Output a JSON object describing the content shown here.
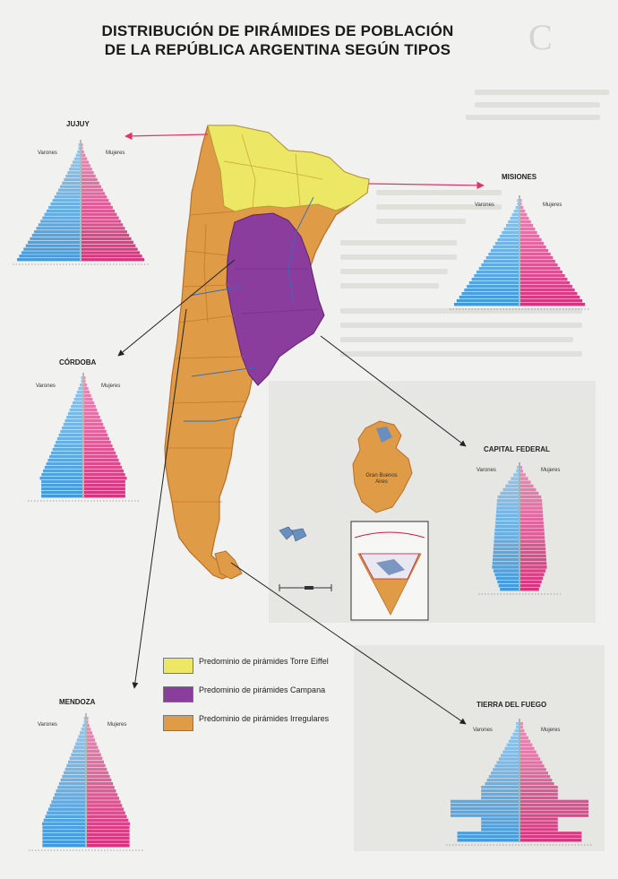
{
  "title": {
    "line1": "DISTRIBUCIÓN DE PIRÁMIDES DE POBLACIÓN",
    "line2": "DE LA REPÚBLICA ARGENTINA SEGÚN TIPOS"
  },
  "pyramids": {
    "jujuy": {
      "name": "JUJUY",
      "male": "Varones",
      "female": "Mujeres"
    },
    "misiones": {
      "name": "MISIONES",
      "male": "Varones",
      "female": "Mujeres"
    },
    "cordoba": {
      "name": "CÓRDOBA",
      "male": "Varones",
      "female": "Mujeres"
    },
    "capital": {
      "name": "CAPITAL FEDERAL",
      "male": "Varones",
      "female": "Mujeres"
    },
    "mendoza": {
      "name": "MENDOZA",
      "male": "Varones",
      "female": "Mujeres"
    },
    "tierra": {
      "name": "TIERRA DEL FUEGO",
      "male": "Varones",
      "female": "Mujeres"
    }
  },
  "legend": {
    "items": [
      {
        "label": "Predominio de pirámides Torre Eiffel",
        "color": "#ece865"
      },
      {
        "label": "Predominio de pirámides Campana",
        "color": "#8a3d9c"
      },
      {
        "label": "Predominio de pirámides Irregulares",
        "color": "#df9b45"
      }
    ]
  },
  "inset": {
    "label": "Gran Buenos Aires"
  },
  "colors": {
    "male": "#2d8fd8",
    "female": "#d21d6e",
    "arrow": "#222222",
    "arrow_red": "#e0336d"
  }
}
